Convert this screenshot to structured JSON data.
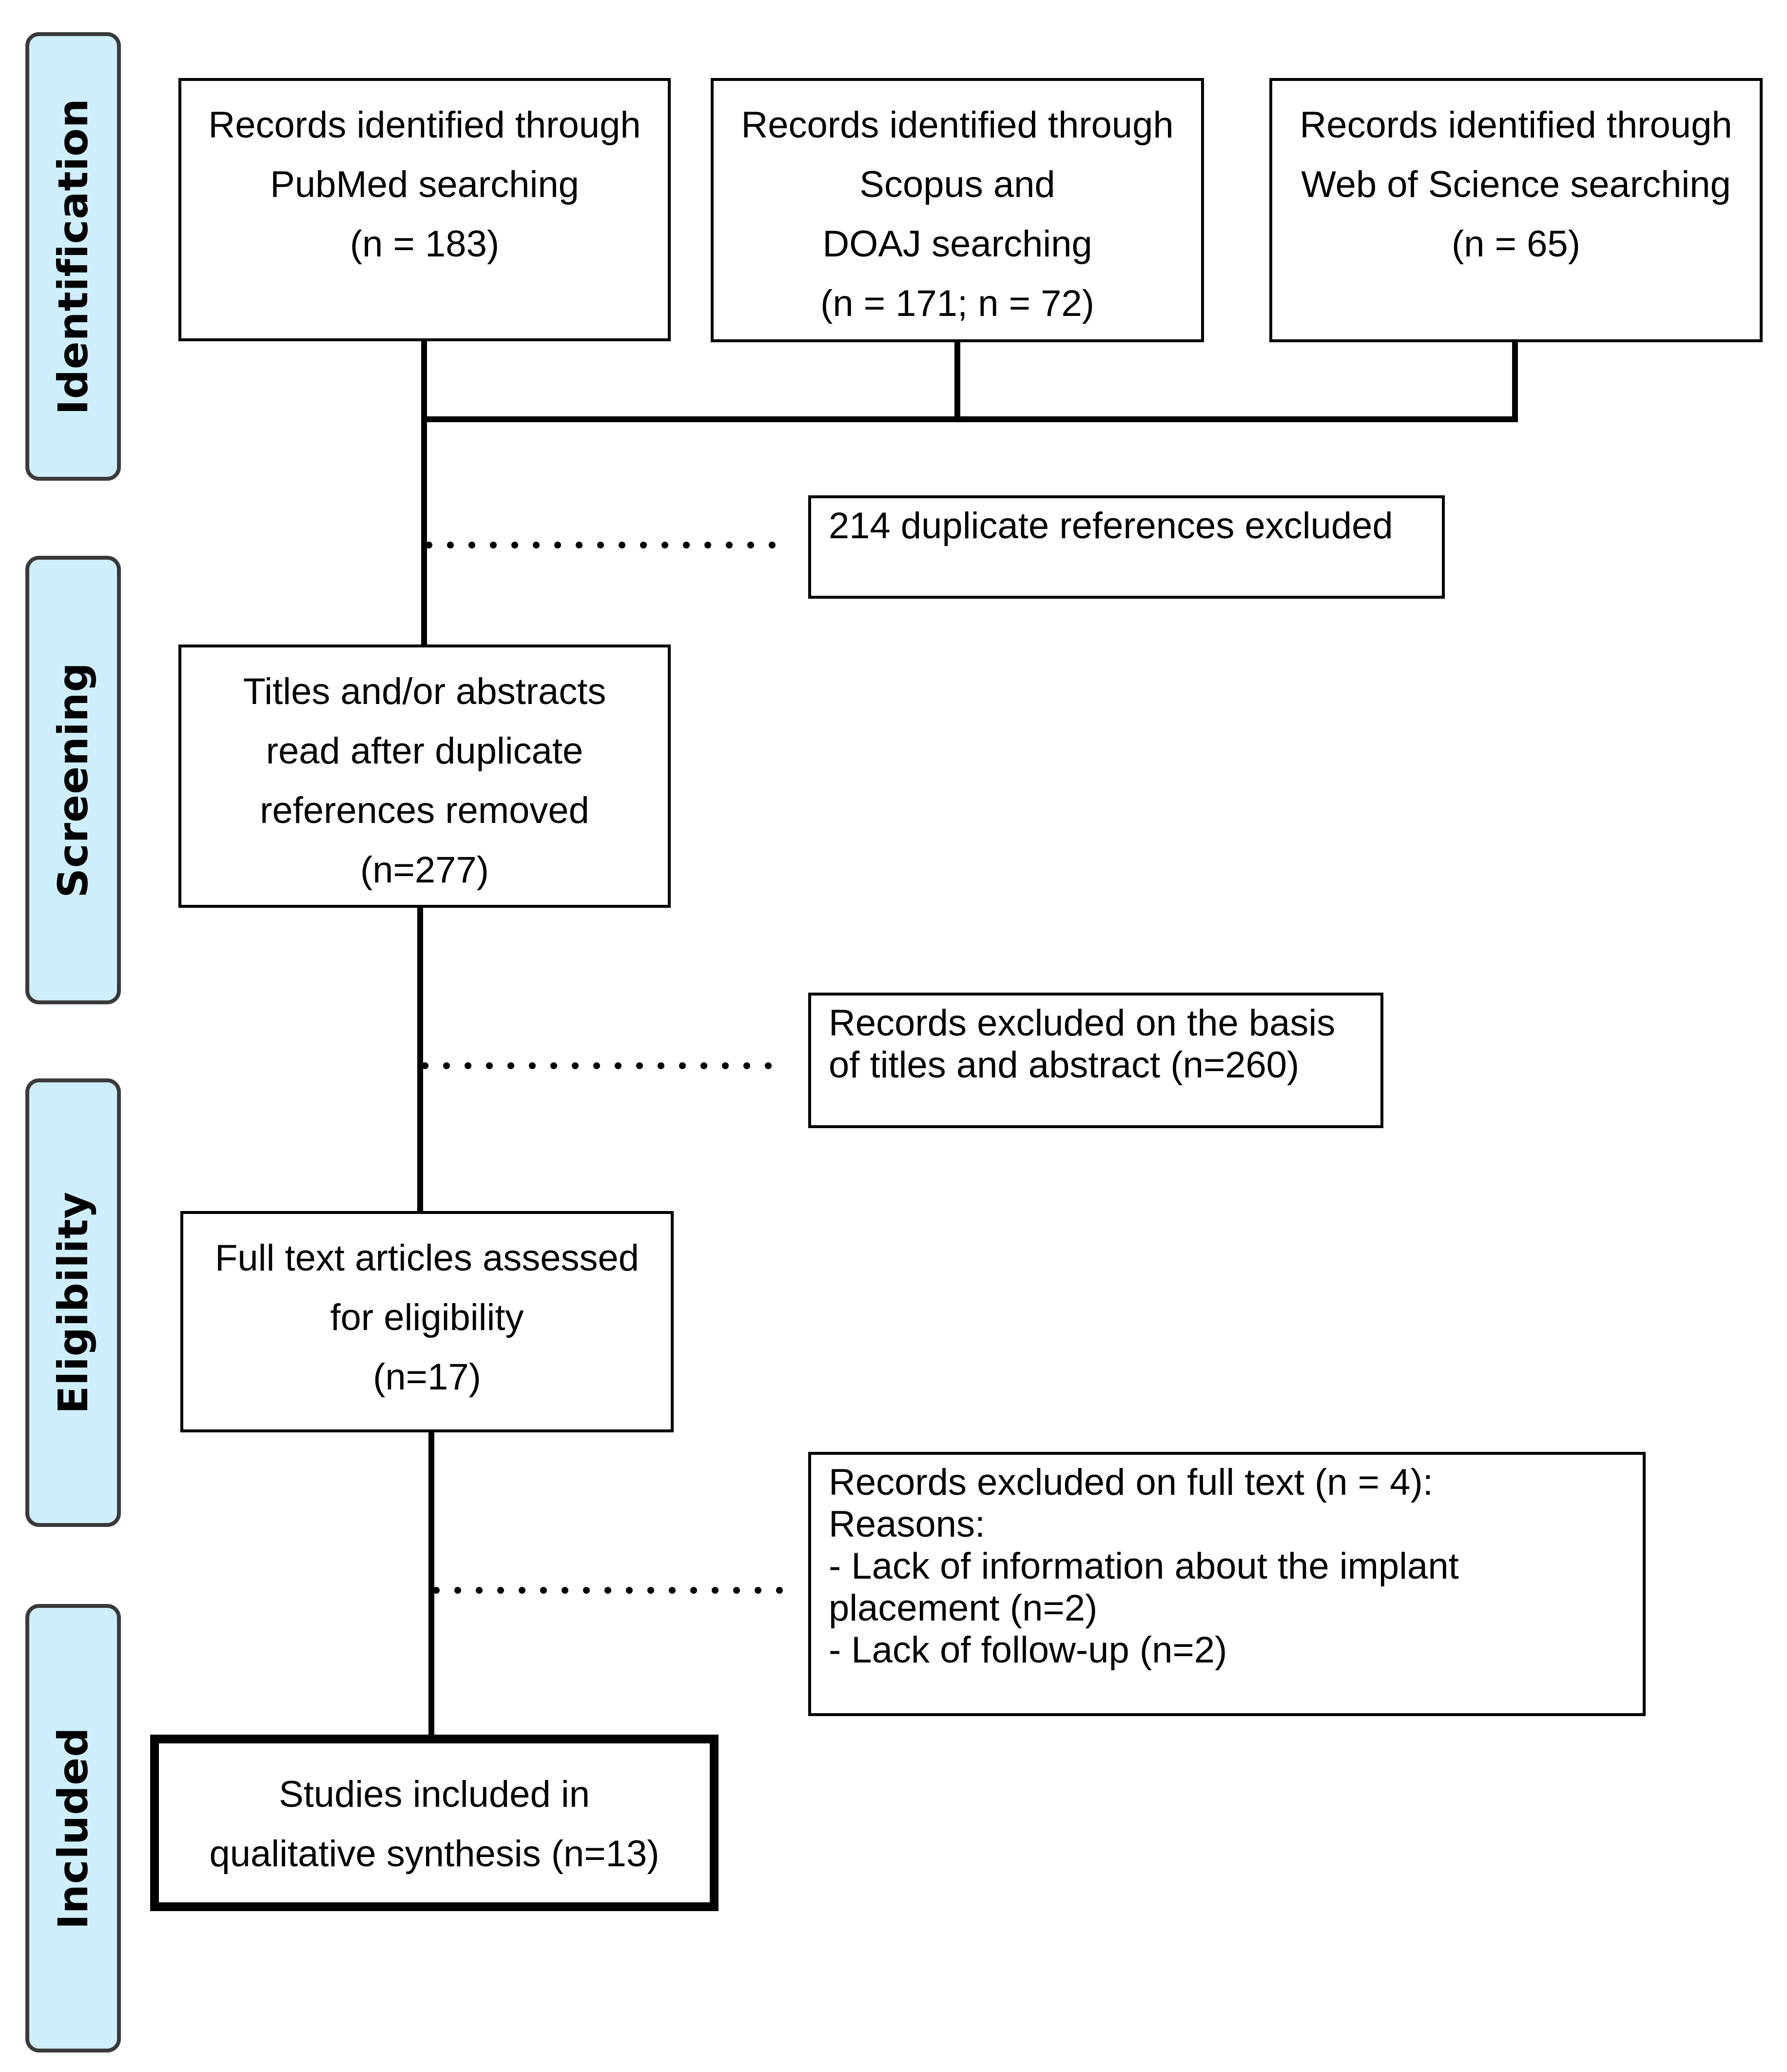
{
  "stages": {
    "identification": "Identification",
    "screening": "Screening",
    "eligibility": "Eligibility",
    "included": "Included"
  },
  "identification": {
    "pubmed": [
      "Records identified through",
      "PubMed searching",
      "(n = 183)"
    ],
    "scopus": [
      "Records identified through",
      "Scopus and",
      "DOAJ searching",
      "(n = 171; n = 72)"
    ],
    "wos": [
      "Records identified through",
      "Web of Science searching",
      "(n = 65)"
    ]
  },
  "duplicates": {
    "lines": [
      "214 duplicate references excluded"
    ]
  },
  "screening": {
    "lines": [
      "Titles and/or abstracts",
      "read after duplicate",
      "references removed",
      "(n=277)"
    ]
  },
  "excluded_titles": {
    "lines": [
      "Records excluded on the basis",
      "of titles and abstract (n=260)"
    ]
  },
  "eligibility": {
    "lines": [
      "Full text articles assessed",
      "for eligibility",
      "(n=17)"
    ]
  },
  "excluded_fulltext": {
    "lines": [
      "Records excluded on full text (n = 4):",
      "Reasons:",
      "- Lack of information about the implant",
      "placement (n=2)",
      "- Lack of follow-up (n=2)"
    ]
  },
  "included": {
    "lines": [
      "Studies included in",
      "qualitative synthesis (n=13)"
    ]
  },
  "colors": {
    "stage_fill": "#cdeefa",
    "stage_border": "#3a3a3a",
    "line": "#000000"
  }
}
